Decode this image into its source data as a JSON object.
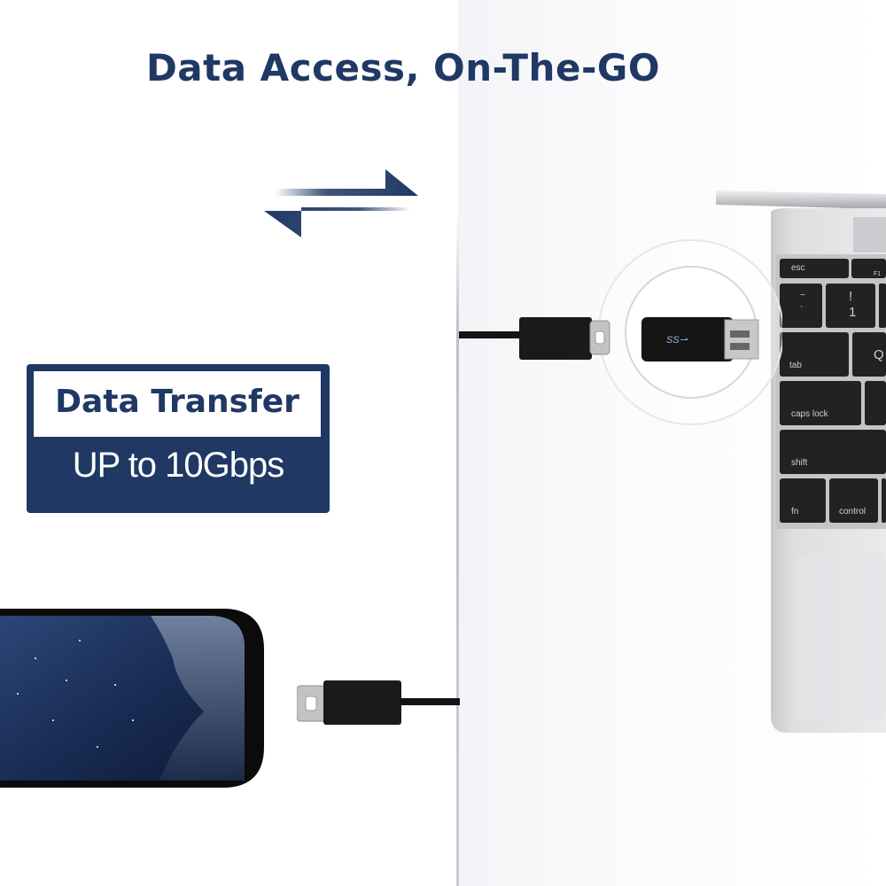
{
  "header": {
    "title": "Data Access, On-The-GO"
  },
  "badge": {
    "title": "Data Transfer",
    "subtitle": "UP to 10Gbps"
  },
  "adapter": {
    "logo": "SS⇀"
  },
  "keyboard": {
    "keys": [
      "esc",
      "F1",
      "~",
      "`",
      "!",
      "1",
      "tab",
      "Q",
      "caps lock",
      "shift",
      "fn",
      "control"
    ]
  },
  "colors": {
    "brand": "#1f3864",
    "background": "#ffffff",
    "cable": "#141414"
  },
  "icons": [
    "bidirectional-arrows-icon",
    "usb-c-plug-icon",
    "usb-a-plug-icon",
    "superspeed-usb-logo-icon"
  ]
}
